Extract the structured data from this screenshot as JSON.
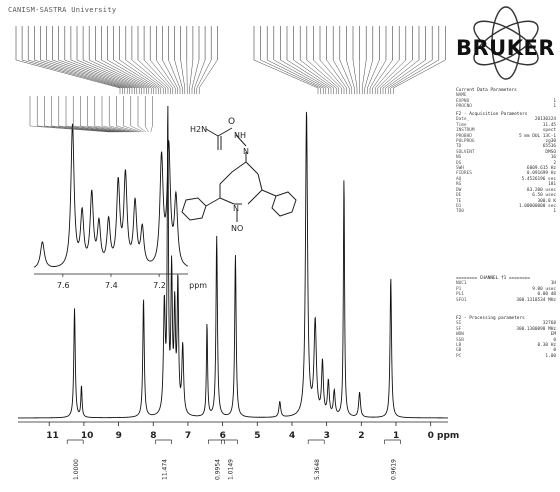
{
  "header": {
    "institution": "CANISM-SASTRA University"
  },
  "logo": {
    "text": "BRUKER"
  },
  "params": [
    {
      "title": "Current Data Parameters",
      "rows": [
        [
          "NAME",
          "",
          ""
        ],
        [
          "EXPNO",
          "1"
        ],
        [
          "PROCNO",
          "1"
        ]
      ]
    },
    {
      "title": "F2 - Acquisition Parameters",
      "rows": [
        [
          "Date_",
          "20130324"
        ],
        [
          "Time",
          "11.45"
        ],
        [
          "INSTRUM",
          "spect"
        ],
        [
          "PROBHD",
          "5 mm DUL 13C-1"
        ],
        [
          "PULPROG",
          "zg30"
        ],
        [
          "TD",
          "65536"
        ],
        [
          "SOLVENT",
          "DMSO"
        ],
        [
          "NS",
          "16"
        ],
        [
          "DS",
          "2"
        ],
        [
          "SWH",
          "6009.615 Hz"
        ],
        [
          "FIDRES",
          "0.091699 Hz"
        ],
        [
          "AQ",
          "5.4526196 sec"
        ],
        [
          "RG",
          "181"
        ],
        [
          "DW",
          "83.200 usec"
        ],
        [
          "DE",
          "6.50 usec"
        ],
        [
          "TE",
          "300.0 K"
        ],
        [
          "D1",
          "1.00000000 sec"
        ],
        [
          "TD0",
          "1"
        ]
      ]
    },
    {
      "title": "======== CHANNEL f1 ========",
      "rows": [
        [
          "NUC1",
          "1H"
        ],
        [
          "P1",
          "9.00 usec"
        ],
        [
          "PL1",
          "0.00 dB"
        ],
        [
          "SFO1",
          "300.1318534 MHz"
        ]
      ]
    },
    {
      "title": "F2 - Processing parameters",
      "rows": [
        [
          "SI",
          "32768"
        ],
        [
          "SF",
          "300.1300090 MHz"
        ],
        [
          "WDW",
          "EM"
        ],
        [
          "SSB",
          "0"
        ],
        [
          "LB",
          "0.30 Hz"
        ],
        [
          "GB",
          "0"
        ],
        [
          "PC",
          "1.00"
        ]
      ]
    }
  ],
  "structure": {
    "labels": {
      "urea_o": "O",
      "urea_nh2": "H2N",
      "urea_nh": "NH",
      "hydrazone_n": "N",
      "ring_n": "N",
      "nitroso": "NO"
    }
  },
  "chart_data": [
    {
      "type": "line",
      "title": "",
      "xlabel": "ppm",
      "ylabel": "",
      "xlim": [
        11.9,
        -0.5
      ],
      "x_reversed": true,
      "x_ticks": [
        "11",
        "10",
        "9",
        "8",
        "7",
        "6",
        "5",
        "4",
        "3",
        "2",
        "1",
        "0 ppm"
      ],
      "x_tick_values": [
        11,
        10,
        9,
        8,
        7,
        6,
        5,
        4,
        3,
        2,
        1,
        0
      ],
      "grid": false,
      "peaks": [
        {
          "ppm": 10.27,
          "height": 0.35,
          "width": 0.025
        },
        {
          "ppm": 10.07,
          "height": 0.1,
          "width": 0.02
        },
        {
          "ppm": 8.28,
          "height": 0.38,
          "width": 0.025
        },
        {
          "ppm": 7.68,
          "height": 0.35,
          "width": 0.03
        },
        {
          "ppm": 7.58,
          "height": 0.96,
          "width": 0.02
        },
        {
          "ppm": 7.47,
          "height": 0.45,
          "width": 0.025
        },
        {
          "ppm": 7.38,
          "height": 0.33,
          "width": 0.025
        },
        {
          "ppm": 7.29,
          "height": 0.42,
          "width": 0.025
        },
        {
          "ppm": 7.15,
          "height": 0.22,
          "width": 0.03
        },
        {
          "ppm": 6.45,
          "height": 0.3,
          "width": 0.02
        },
        {
          "ppm": 6.17,
          "height": 0.58,
          "width": 0.025
        },
        {
          "ppm": 5.63,
          "height": 0.52,
          "width": 0.025
        },
        {
          "ppm": 4.35,
          "height": 0.05,
          "width": 0.03
        },
        {
          "ppm": 3.58,
          "height": 0.98,
          "width": 0.035
        },
        {
          "ppm": 3.33,
          "height": 0.3,
          "width": 0.04
        },
        {
          "ppm": 3.12,
          "height": 0.17,
          "width": 0.03
        },
        {
          "ppm": 2.95,
          "height": 0.11,
          "width": 0.03
        },
        {
          "ppm": 2.78,
          "height": 0.08,
          "width": 0.03
        },
        {
          "ppm": 2.5,
          "height": 0.77,
          "width": 0.02
        },
        {
          "ppm": 2.05,
          "height": 0.08,
          "width": 0.03
        },
        {
          "ppm": 1.15,
          "height": 0.45,
          "width": 0.025
        }
      ],
      "integrals": [
        {
          "center": 10.25,
          "value": "1.0000"
        },
        {
          "center": 7.7,
          "value": "11.474"
        },
        {
          "center": 6.18,
          "value": "0.9954"
        },
        {
          "center": 5.8,
          "value": "1.0149"
        },
        {
          "center": 3.3,
          "value": "5.3648"
        },
        {
          "center": 1.1,
          "value": "0.9619"
        }
      ],
      "peak_label_ticks_left": 34,
      "peak_label_ticks_right": 30
    },
    {
      "type": "line",
      "title": "",
      "xlabel": "ppm",
      "xlim": [
        7.72,
        7.08
      ],
      "x_reversed": true,
      "x_ticks": [
        "7.6",
        "7.4",
        "7.2",
        "ppm"
      ],
      "x_tick_values": [
        7.6,
        7.4,
        7.2
      ],
      "grid": false,
      "peaks": [
        {
          "ppm": 7.685,
          "height": 0.18,
          "width": 0.01
        },
        {
          "ppm": 7.56,
          "height": 0.95,
          "width": 0.008
        },
        {
          "ppm": 7.52,
          "height": 0.35,
          "width": 0.008
        },
        {
          "ppm": 7.48,
          "height": 0.48,
          "width": 0.008
        },
        {
          "ppm": 7.45,
          "height": 0.28,
          "width": 0.008
        },
        {
          "ppm": 7.41,
          "height": 0.3,
          "width": 0.008
        },
        {
          "ppm": 7.37,
          "height": 0.55,
          "width": 0.008
        },
        {
          "ppm": 7.34,
          "height": 0.6,
          "width": 0.008
        },
        {
          "ppm": 7.3,
          "height": 0.42,
          "width": 0.008
        },
        {
          "ppm": 7.27,
          "height": 0.25,
          "width": 0.008
        },
        {
          "ppm": 7.19,
          "height": 0.72,
          "width": 0.008
        },
        {
          "ppm": 7.16,
          "height": 0.78,
          "width": 0.008
        },
        {
          "ppm": 7.13,
          "height": 0.45,
          "width": 0.008
        }
      ],
      "peak_label_ticks": 18
    }
  ]
}
